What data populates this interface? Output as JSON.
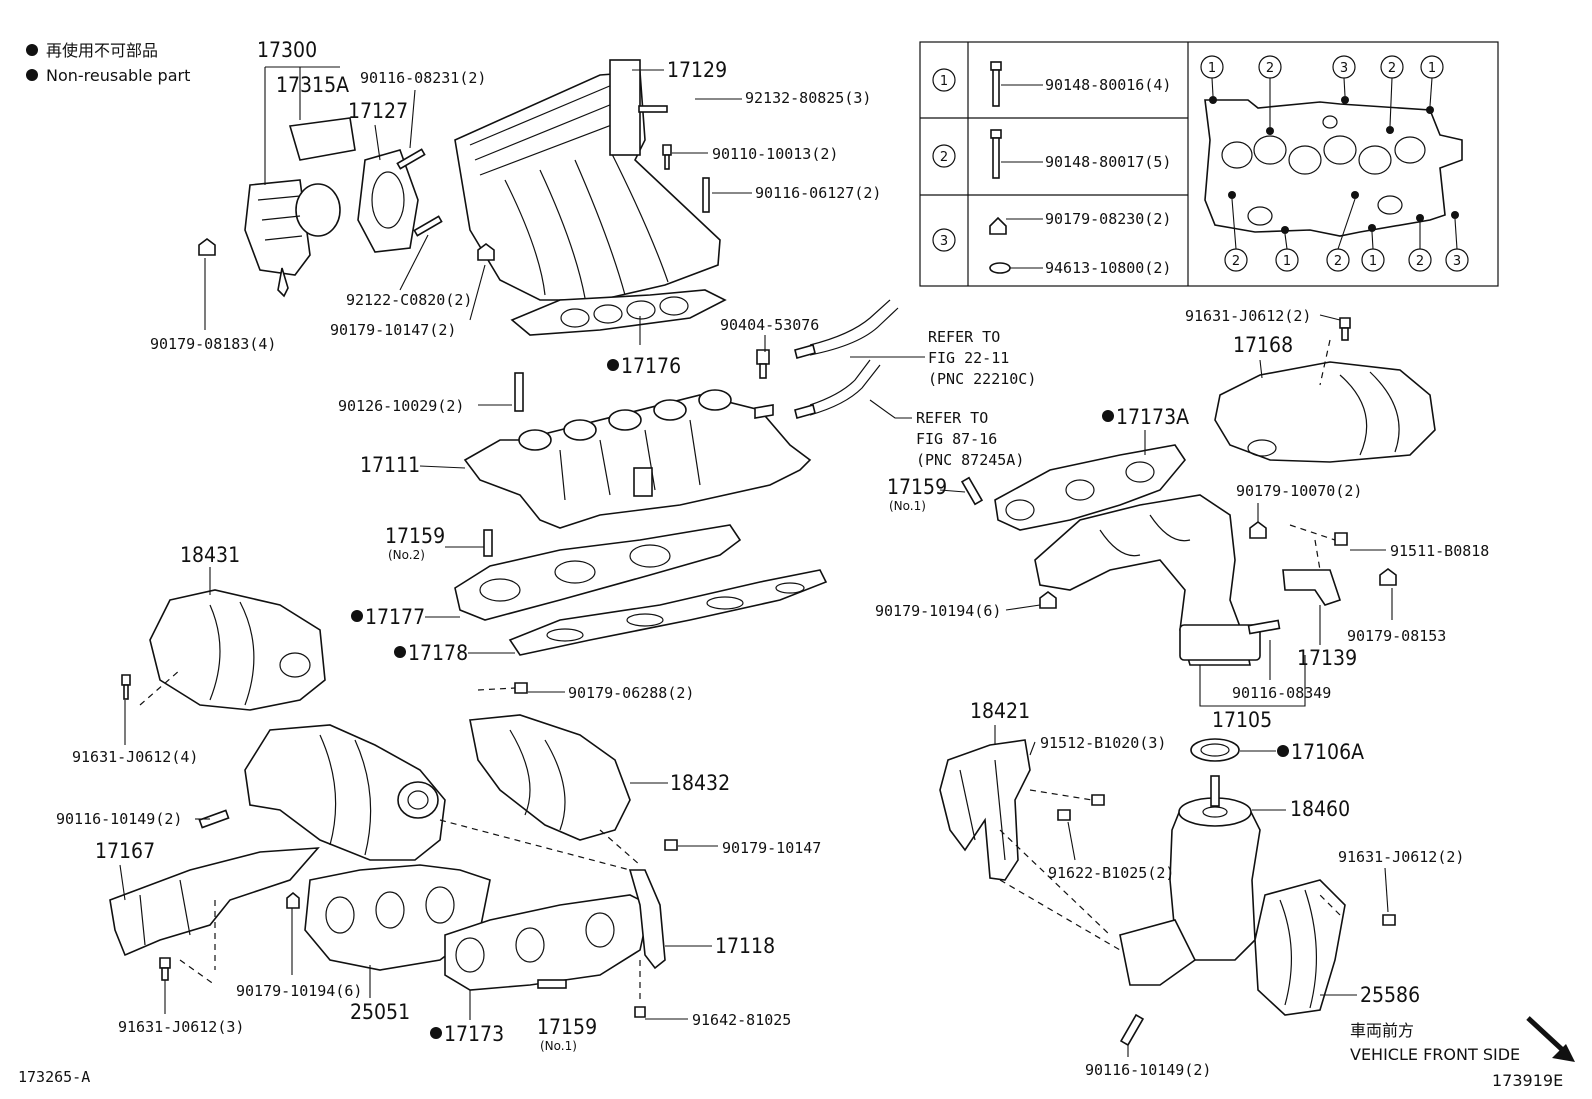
{
  "legend": {
    "jp": "再使用不可部品",
    "en": "Non-reusable part"
  },
  "footer": {
    "left_code": "173265-A",
    "right_code": "173919E",
    "direction_jp": "車両前方",
    "direction_en": "VEHICLE FRONT SIDE"
  },
  "refer_notes": [
    {
      "l1": "REFER TO",
      "l2": "FIG 22-11",
      "l3": "(PNC 22210C)"
    },
    {
      "l1": "REFER TO",
      "l2": "FIG 87-16",
      "l3": "(PNC 87245A)"
    }
  ],
  "table": {
    "rows": [
      {
        "key": "1",
        "parts": [
          "90148-80016(4)"
        ]
      },
      {
        "key": "2",
        "parts": [
          "90148-80017(5)"
        ]
      },
      {
        "key": "3",
        "parts": [
          "90179-08230(2)",
          "94613-10800(2)"
        ]
      }
    ],
    "top_markers": [
      "1",
      "2",
      "3",
      "2",
      "1"
    ],
    "bottom_markers": [
      "2",
      "1",
      "2",
      "1",
      "2",
      "3"
    ]
  },
  "parts": {
    "p17300": "17300",
    "p17315A": "17315A",
    "p17127": "17127",
    "p17129": "17129",
    "p90116_08231": "90116-08231(2)",
    "p92132_80825": "92132-80825(3)",
    "p90110_10013": "90110-10013(2)",
    "p90116_06127": "90116-06127(2)",
    "p92122_C0820": "92122-C0820(2)",
    "p90179_10147a": "90179-10147(2)",
    "p90179_08183": "90179-08183(4)",
    "p17176": "17176",
    "p90404_53076": "90404-53076",
    "p90126_10029": "90126-10029(2)",
    "p17111": "17111",
    "p17159_no2": "17159",
    "no2": "(No.2)",
    "p17177": "17177",
    "p17178": "17178",
    "p18431": "18431",
    "p91631_J0612_4": "91631-J0612(4)",
    "p90179_06288": "90179-06288(2)",
    "p18432": "18432",
    "p90116_10149a": "90116-10149(2)",
    "p17167": "17167",
    "p90179_10147b": "90179-10147",
    "p17118": "17118",
    "p90179_10194a": "90179-10194(6)",
    "p25051": "25051",
    "p91631_J0612_3": "91631-J0612(3)",
    "p17173": "17173",
    "p17159_no1b": "17159",
    "no1b": "(No.1)",
    "p91642_81025": "91642-81025",
    "p91631_J0612_2a": "91631-J0612(2)",
    "p17168": "17168",
    "p17173A": "17173A",
    "p17159_no1a": "17159",
    "no1a": "(No.1)",
    "p90179_10070": "90179-10070(2)",
    "p91511_B0818": "91511-B0818",
    "p90179_10194b": "90179-10194(6)",
    "p90179_08153": "90179-08153",
    "p17139": "17139",
    "p90116_08349": "90116-08349",
    "p17105": "17105",
    "p17106A": "17106A",
    "p18421": "18421",
    "p91512_B1020": "91512-B1020(3)",
    "p18460": "18460",
    "p91622_B1025": "91622-B1025(2)",
    "p91631_J0612_2b": "91631-J0612(2)",
    "p25586": "25586",
    "p90116_10149b": "90116-10149(2)"
  }
}
